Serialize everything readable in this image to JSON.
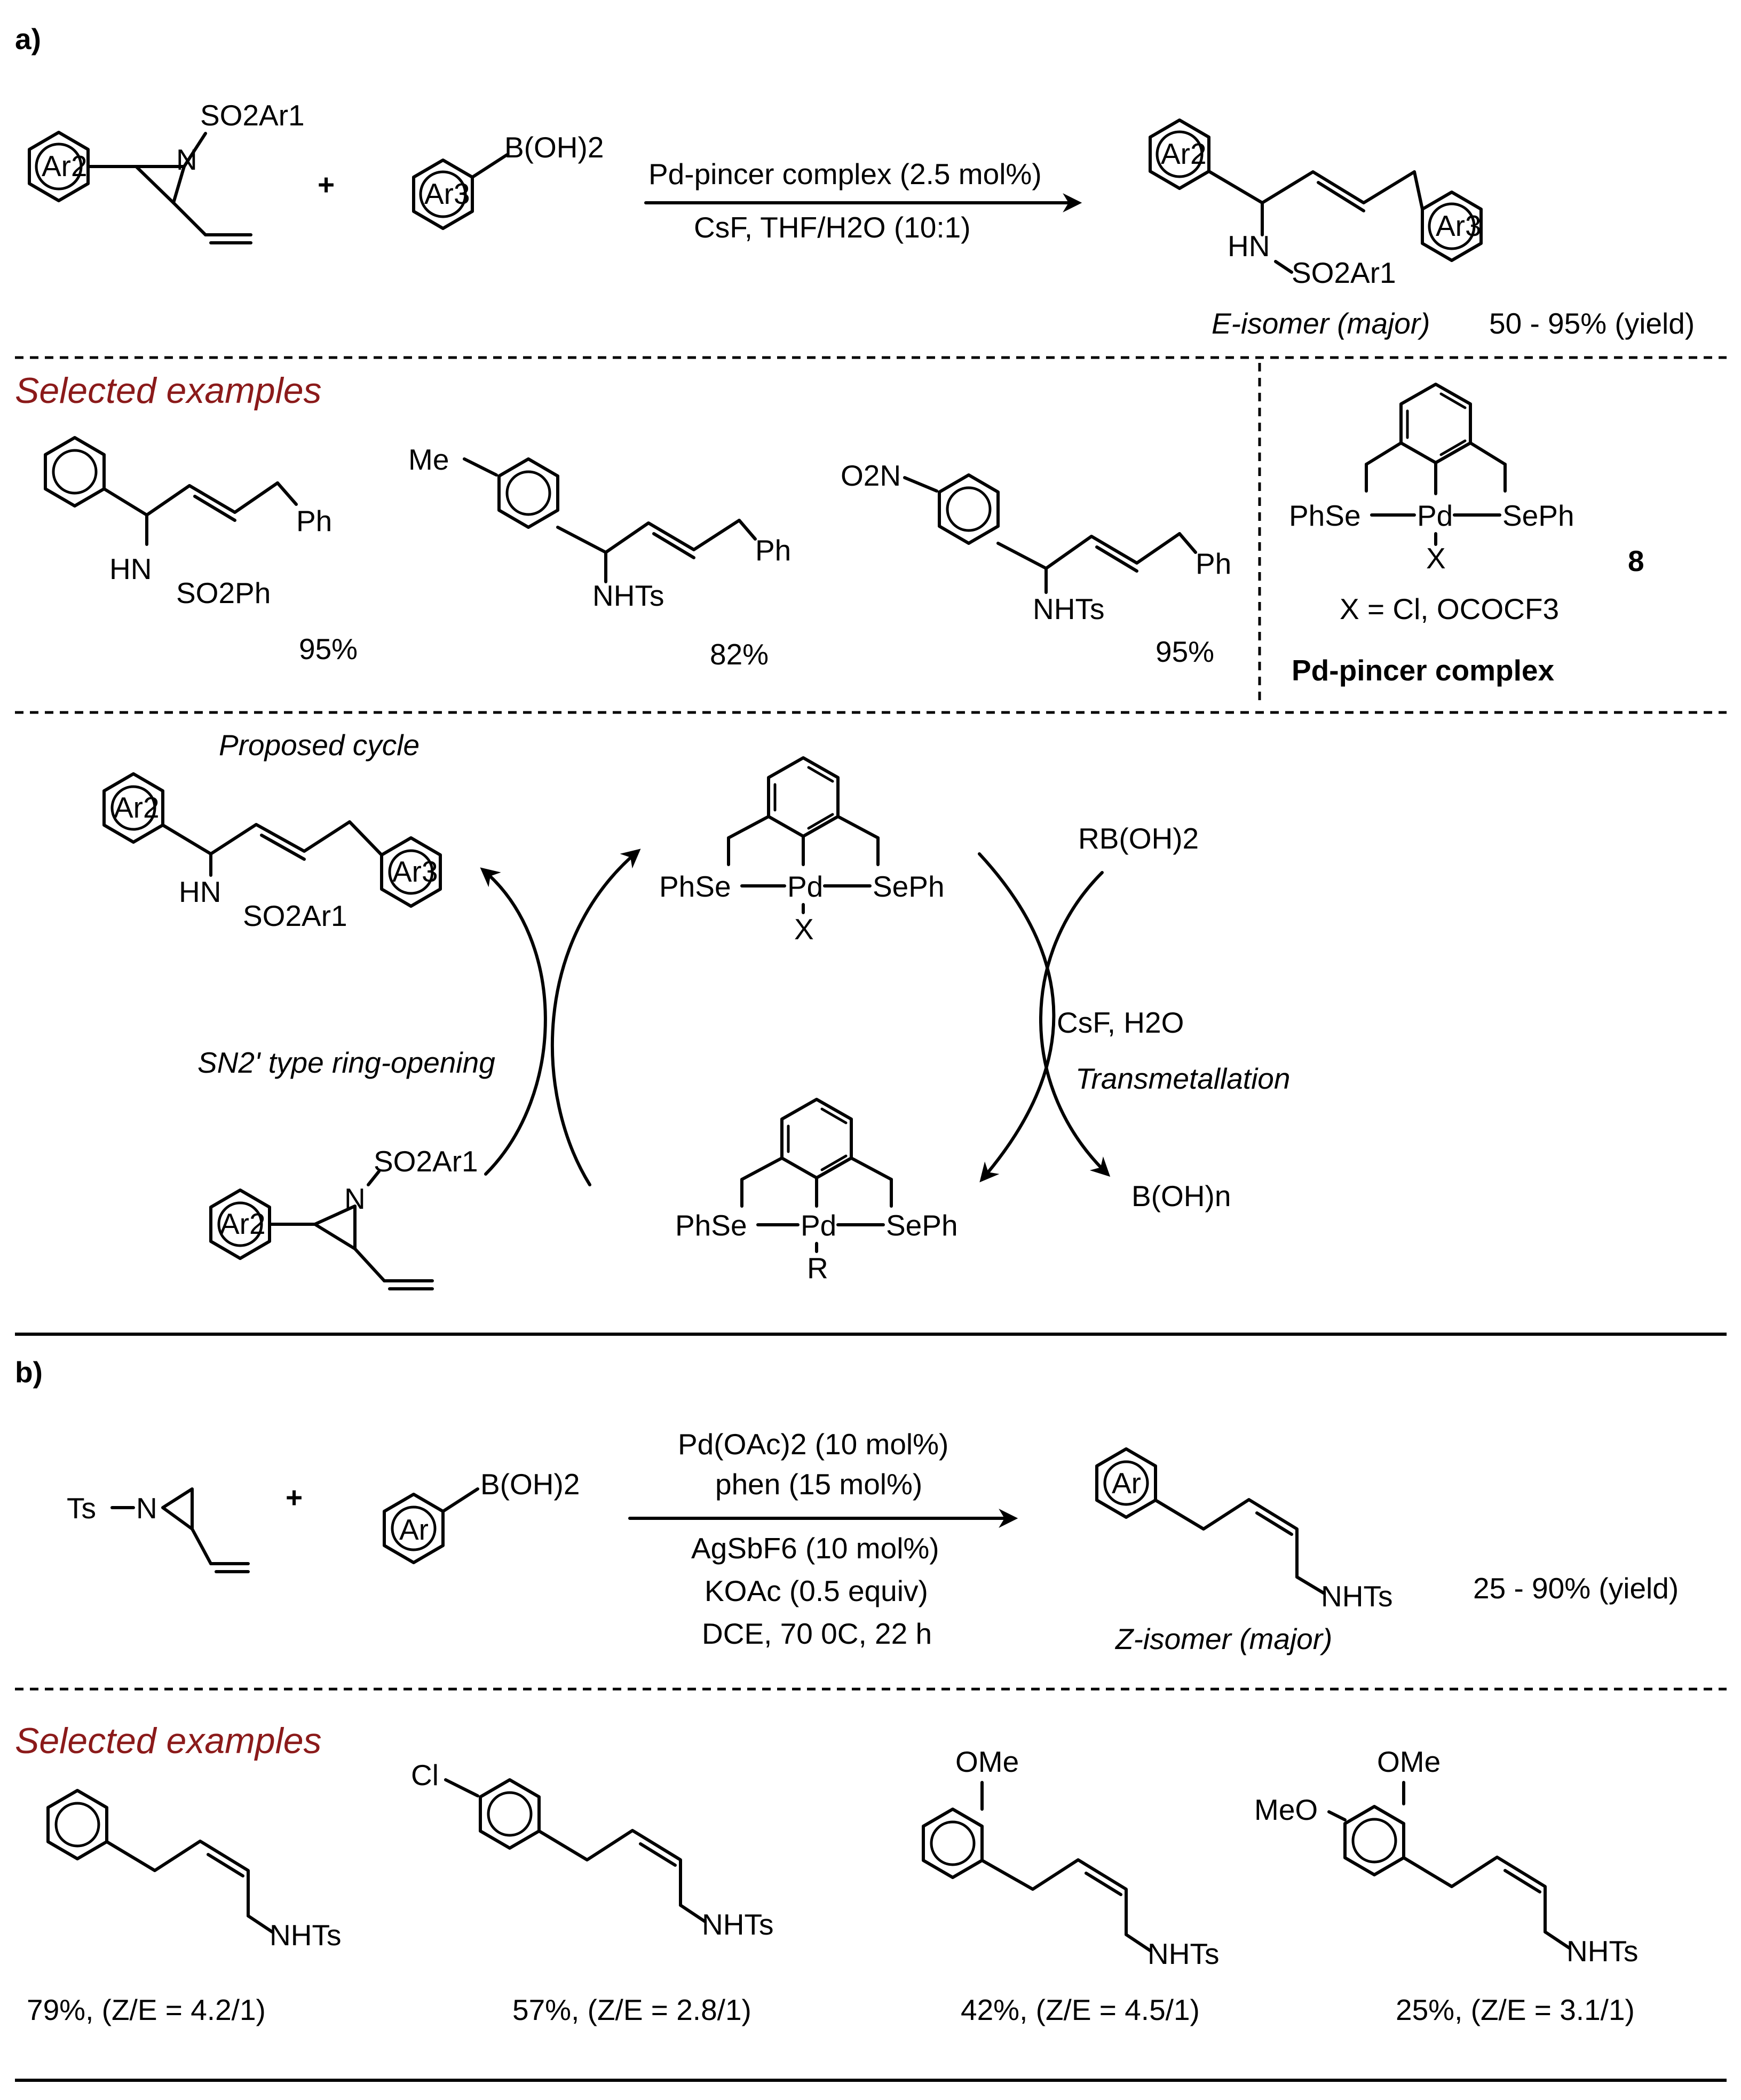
{
  "part_a": {
    "label": "a)",
    "reactant1": {
      "ring": "Ar2",
      "n_sub": "SO2Ar1",
      "n": "N"
    },
    "plus": "+",
    "reactant2": {
      "ring": "Ar3",
      "boron": "B(OH)2"
    },
    "conditions_top": "Pd-pincer complex (2.5 mol%)",
    "conditions_bottom": "CsF,  THF/H2O (10:1)",
    "product": {
      "ring1": "Ar2",
      "ring2": "Ar3",
      "nh": "HN",
      "sulfonyl": "SO2Ar1"
    },
    "isomer": "E-isomer (major)",
    "yield": "50 - 95% (yield)",
    "selected_heading": "Selected examples",
    "examples": [
      {
        "sub": "Ph",
        "nh": "HN",
        "sulfonyl": "SO2Ph",
        "yield": "95%"
      },
      {
        "me": "Me",
        "sub": "Ph",
        "nht": "NHTs",
        "yield": "82%"
      },
      {
        "no2": "O2N",
        "sub": "Ph",
        "nht": "NHTs",
        "yield": "95%"
      }
    ],
    "catalyst": {
      "left": "PhSe",
      "metal": "Pd",
      "right": "SePh",
      "x": "X",
      "x_def": "X = Cl, OCOCF3",
      "number": "8",
      "name": "Pd-pincer complex"
    },
    "cycle": {
      "title": "Proposed cycle",
      "product": {
        "ring1": "Ar2",
        "ring2": "Ar3",
        "nh": "HN",
        "sulfonyl": "SO2Ar1"
      },
      "top_complex": {
        "left": "PhSe",
        "metal": "Pd",
        "right": "SePh",
        "x": "X"
      },
      "bottom_complex": {
        "left": "PhSe",
        "metal": "Pd",
        "right": "SePh",
        "r": "R"
      },
      "reagent_in": "RB(OH)2",
      "base": "CsF,  H2O",
      "step_right": "Transmetallation",
      "byproduct": "B(OH)n",
      "step_left": "SN2' type ring-opening",
      "aziridine": {
        "ring": "Ar2",
        "n": "N",
        "n_sub": "SO2Ar1"
      }
    }
  },
  "part_b": {
    "label": "b)",
    "reactant1": {
      "ts": "Ts",
      "n": "N"
    },
    "plus": "+",
    "reactant2": {
      "ring": "Ar",
      "boron": "B(OH)2"
    },
    "conditions_above": [
      "Pd(OAc)2 (10 mol%)",
      "phen (15 mol%)"
    ],
    "conditions_below": [
      "AgSbF6 (10 mol%)",
      "KOAc (0.5 equiv)",
      "DCE, 70 0C, 22 h"
    ],
    "product": {
      "ring": "Ar",
      "nht": "NHTs"
    },
    "isomer": "Z-isomer (major)",
    "yield": "25 - 90% (yield)",
    "selected_heading": "Selected examples",
    "examples": [
      {
        "nht": "NHTs",
        "yield": "79%, (Z/E = 4.2/1)"
      },
      {
        "cl": "Cl",
        "nht": "NHTs",
        "yield": "57%, (Z/E = 2.8/1)"
      },
      {
        "ome": "OMe",
        "nht": "NHTs",
        "yield": "42%, (Z/E = 4.5/1)"
      },
      {
        "ome": "OMe",
        "meo": "MeO",
        "nht": "NHTs",
        "yield": "25%, (Z/E = 3.1/1)"
      }
    ]
  }
}
